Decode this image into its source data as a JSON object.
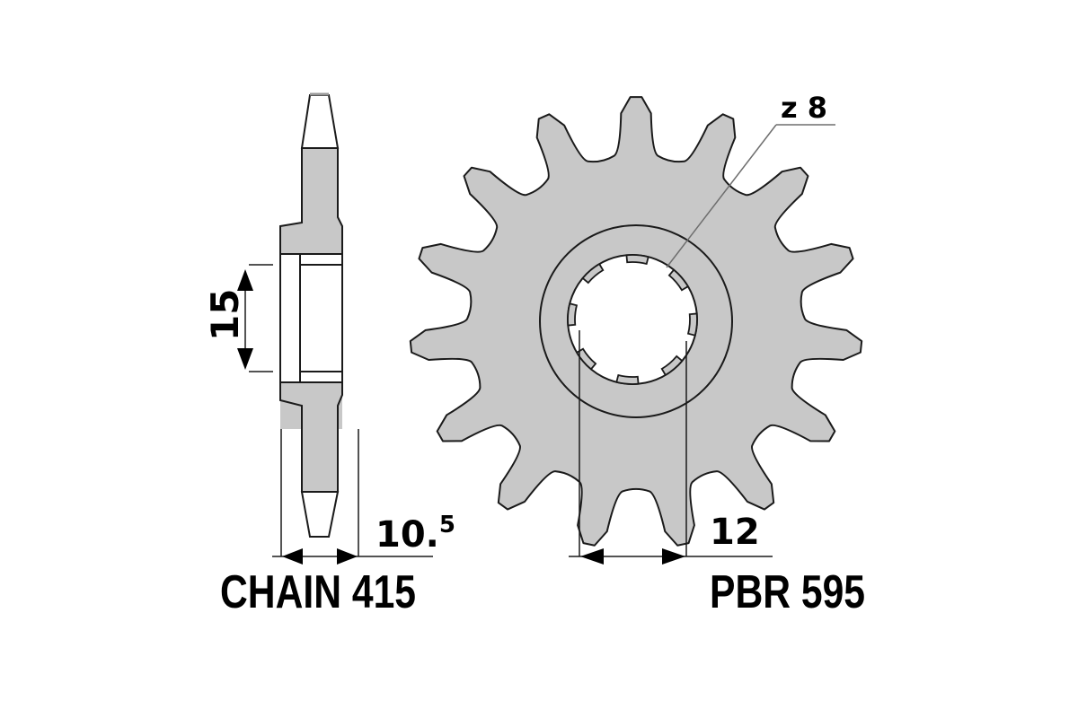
{
  "diagram": {
    "type": "sprocket technical drawing",
    "colors": {
      "fill": "#c8c8c8",
      "stroke": "#1a1a1a",
      "background": "#ffffff",
      "leader": "#6e6e6e"
    },
    "side_view": {
      "hub_dimension": "15",
      "width_dimension_main": "10.",
      "width_dimension_sup": "5",
      "chain_label": "CHAIN 415"
    },
    "front_view": {
      "teeth_count": 15,
      "spline_label": "z 8",
      "spline_width_dimension": "12",
      "part_number": "PBR 595"
    }
  }
}
